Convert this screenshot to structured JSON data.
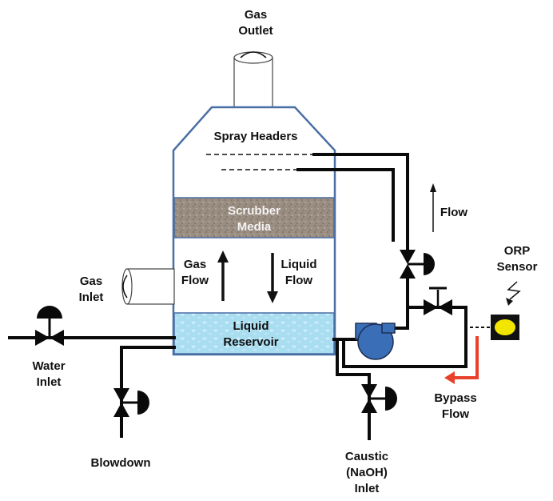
{
  "labels": {
    "gas_outlet": [
      "Gas",
      "Outlet"
    ],
    "spray_headers": "Spray Headers",
    "scrubber_media": [
      "Scrubber",
      "Media"
    ],
    "gas_flow": [
      "Gas",
      "Flow"
    ],
    "liquid_flow": [
      "Liquid",
      "Flow"
    ],
    "liquid_reservoir": [
      "Liquid",
      "Reservoir"
    ],
    "gas_inlet": [
      "Gas",
      "Inlet"
    ],
    "water_inlet": [
      "Water",
      "Inlet"
    ],
    "blowdown": "Blowdown",
    "caustic_inlet": [
      "Caustic",
      "(NaOH)",
      "Inlet"
    ],
    "flow": "Flow",
    "orp_sensor": [
      "ORP",
      "Sensor"
    ],
    "bypass_flow": [
      "Bypass",
      "Flow"
    ]
  },
  "colors": {
    "tower_outline": "#4a6fa5",
    "media_fill": "#9a8d82",
    "reservoir_fill": "#a9ddf0",
    "pump_fill": "#3a6fb8",
    "sensor_fill": "#f2e600",
    "bypass_arrow": "#e8412c",
    "valve_black": "#0a0a0a"
  }
}
